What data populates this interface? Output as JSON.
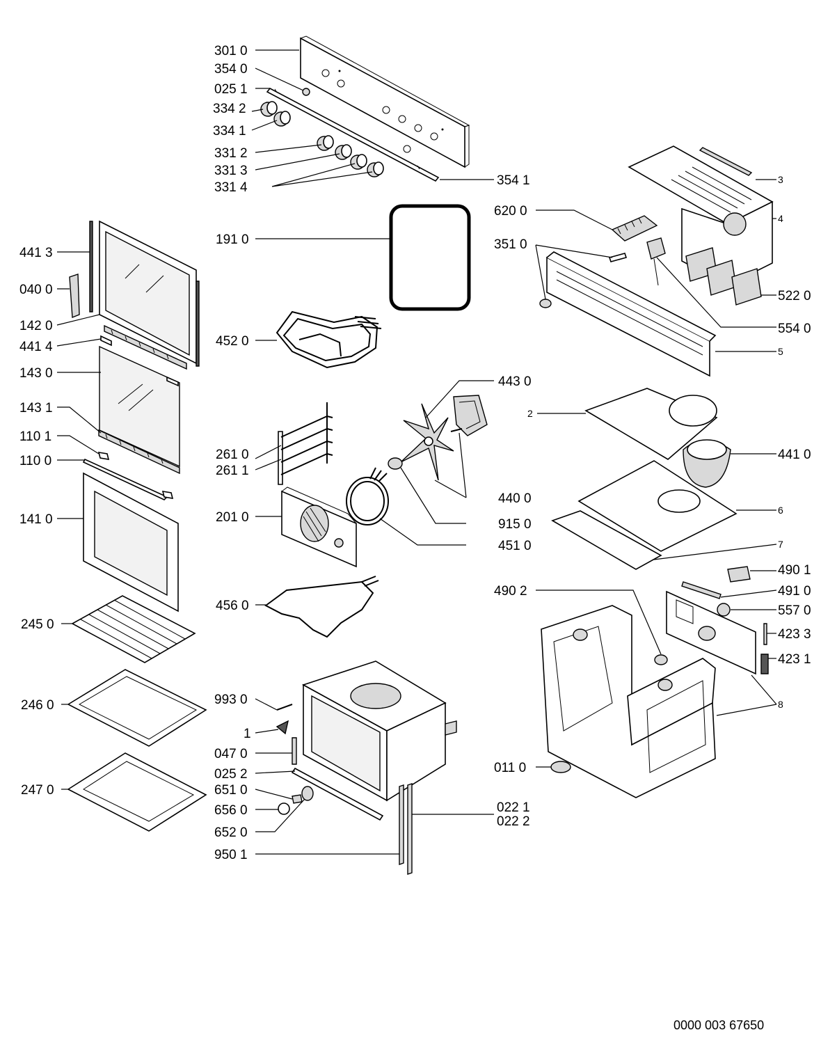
{
  "document_number": "0000 003 67650",
  "labels": {
    "l3010": "301 0",
    "l3540": "354 0",
    "l0251": "025 1",
    "l3342": "334 2",
    "l3341": "334 1",
    "l3312": "331 2",
    "l3313": "331 3",
    "l3314": "331 4",
    "l3541": "354 1",
    "l1910": "191 0",
    "l4520": "452 0",
    "l2610": "261 0",
    "l2611": "261 1",
    "l2010": "201 0",
    "l4560": "456 0",
    "l4430": "443 0",
    "l4400": "440 0",
    "l9150": "915 0",
    "l4510": "451 0",
    "l4413": "441 3",
    "l0400": "040 0",
    "l1420": "142 0",
    "l4414": "441 4",
    "l1430": "143 0",
    "l1431": "143 1",
    "l1101": "110 1",
    "l1100": "110 0",
    "l1410": "141 0",
    "l2450": "245 0",
    "l2460": "246 0",
    "l2470": "247 0",
    "l6200": "620 0",
    "l3510": "351 0",
    "l5220": "522 0",
    "l5540": "554 0",
    "l4410": "441 0",
    "l4902": "490 2",
    "l4901": "490 1",
    "l4910": "491 0",
    "l5570": "557 0",
    "l4233": "423 3",
    "l4231": "423 1",
    "l0110": "011 0",
    "l9930": "993 0",
    "l1": "1",
    "l0470": "047 0",
    "l0252": "025 2",
    "l6510": "651 0",
    "l6560": "656 0",
    "l6520": "652 0",
    "l9501": "950 1",
    "l0221": "022 1",
    "l0222": "022 2",
    "n3": "3",
    "n4": "4",
    "n5": "5",
    "n2": "2",
    "n6": "6",
    "n7": "7",
    "n8": "8"
  }
}
